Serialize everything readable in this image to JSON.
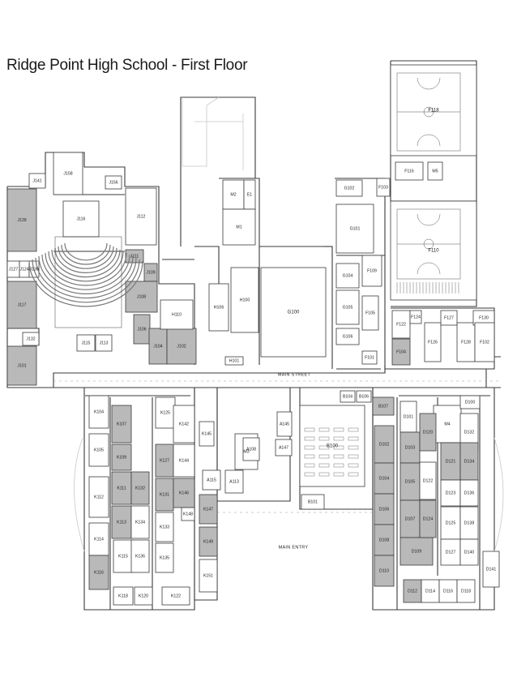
{
  "title": "Ridge Point High School - First Floor",
  "colors": {
    "shaded": "#b9b9b9",
    "wall": "#3a3a3a",
    "faint": "#c8c8c8"
  },
  "labels": {
    "main_street": "MAIN STREET",
    "main_entry": "MAIN ENTRY"
  },
  "rooms": [
    {
      "id": "J139",
      "shaded": true
    },
    {
      "id": "J117",
      "shaded": true
    },
    {
      "id": "J101",
      "shaded": true
    },
    {
      "id": "J141",
      "shaded": false
    },
    {
      "id": "J127",
      "shaded": false
    },
    {
      "id": "J124",
      "shaded": false
    },
    {
      "id": "J130",
      "shaded": false
    },
    {
      "id": "J132",
      "shaded": false
    },
    {
      "id": "J158",
      "shaded": false
    },
    {
      "id": "J156",
      "shaded": false
    },
    {
      "id": "J116",
      "shaded": false
    },
    {
      "id": "J115",
      "shaded": false
    },
    {
      "id": "J113",
      "shaded": false
    },
    {
      "id": "J112",
      "shaded": false
    },
    {
      "id": "J111",
      "shaded": true
    },
    {
      "id": "J109",
      "shaded": true
    },
    {
      "id": "J108",
      "shaded": true
    },
    {
      "id": "J106",
      "shaded": true
    },
    {
      "id": "J104",
      "shaded": true
    },
    {
      "id": "J102",
      "shaded": true
    },
    {
      "id": "H110",
      "shaded": false
    },
    {
      "id": "H106",
      "shaded": false
    },
    {
      "id": "H100",
      "shaded": false
    },
    {
      "id": "H101",
      "shaded": false
    },
    {
      "id": "M2",
      "shaded": false
    },
    {
      "id": "E1",
      "shaded": false
    },
    {
      "id": "M1",
      "shaded": false
    },
    {
      "id": "G100",
      "shaded": false
    },
    {
      "id": "G102",
      "shaded": false
    },
    {
      "id": "G101",
      "shaded": false
    },
    {
      "id": "G104",
      "shaded": false
    },
    {
      "id": "G105",
      "shaded": false
    },
    {
      "id": "G106",
      "shaded": false
    },
    {
      "id": "F109",
      "shaded": false
    },
    {
      "id": "F105",
      "shaded": false
    },
    {
      "id": "F101",
      "shaded": false
    },
    {
      "id": "F103",
      "shaded": false
    },
    {
      "id": "F118",
      "shaded": false
    },
    {
      "id": "F116",
      "shaded": false
    },
    {
      "id": "M5",
      "shaded": false
    },
    {
      "id": "F110",
      "shaded": false
    },
    {
      "id": "F122",
      "shaded": false
    },
    {
      "id": "F124",
      "shaded": false
    },
    {
      "id": "F104",
      "shaded": true
    },
    {
      "id": "F126",
      "shaded": false
    },
    {
      "id": "F127",
      "shaded": false
    },
    {
      "id": "F128",
      "shaded": false
    },
    {
      "id": "F130",
      "shaded": false
    },
    {
      "id": "F102",
      "shaded": false
    },
    {
      "id": "K104",
      "shaded": false
    },
    {
      "id": "K105",
      "shaded": false
    },
    {
      "id": "K112",
      "shaded": false
    },
    {
      "id": "K114",
      "shaded": false
    },
    {
      "id": "K116",
      "shaded": true
    },
    {
      "id": "K107",
      "shaded": true
    },
    {
      "id": "K109",
      "shaded": true
    },
    {
      "id": "K111",
      "shaded": true
    },
    {
      "id": "K113",
      "shaded": true
    },
    {
      "id": "K115",
      "shaded": false
    },
    {
      "id": "K132",
      "shaded": true
    },
    {
      "id": "K134",
      "shaded": false
    },
    {
      "id": "K136",
      "shaded": false
    },
    {
      "id": "K125",
      "shaded": false
    },
    {
      "id": "K127",
      "shaded": true
    },
    {
      "id": "K131",
      "shaded": true
    },
    {
      "id": "K133",
      "shaded": false
    },
    {
      "id": "K135",
      "shaded": false
    },
    {
      "id": "K142",
      "shaded": false
    },
    {
      "id": "K144",
      "shaded": false
    },
    {
      "id": "K146",
      "shaded": true
    },
    {
      "id": "K148",
      "shaded": false
    },
    {
      "id": "K147",
      "shaded": true
    },
    {
      "id": "K149",
      "shaded": true
    },
    {
      "id": "K151",
      "shaded": false
    },
    {
      "id": "K118",
      "shaded": false
    },
    {
      "id": "K120",
      "shaded": false
    },
    {
      "id": "K122",
      "shaded": false
    },
    {
      "id": "M3",
      "shaded": false
    },
    {
      "id": "M4",
      "shaded": false
    },
    {
      "id": "A115",
      "shaded": false
    },
    {
      "id": "A113",
      "shaded": false
    },
    {
      "id": "A108",
      "shaded": false
    },
    {
      "id": "A145",
      "shaded": false
    },
    {
      "id": "A147",
      "shaded": false
    },
    {
      "id": "K145",
      "shaded": false
    },
    {
      "id": "B100",
      "shaded": false
    },
    {
      "id": "B101",
      "shaded": false
    },
    {
      "id": "B104",
      "shaded": false
    },
    {
      "id": "B106",
      "shaded": false
    },
    {
      "id": "B107",
      "shaded": true
    },
    {
      "id": "D102",
      "shaded": true
    },
    {
      "id": "D104",
      "shaded": true
    },
    {
      "id": "D106",
      "shaded": true
    },
    {
      "id": "D108",
      "shaded": true
    },
    {
      "id": "D110",
      "shaded": true
    },
    {
      "id": "D101",
      "shaded": false
    },
    {
      "id": "D103",
      "shaded": true
    },
    {
      "id": "D105",
      "shaded": true
    },
    {
      "id": "D107",
      "shaded": true
    },
    {
      "id": "D109",
      "shaded": true
    },
    {
      "id": "D120",
      "shaded": true
    },
    {
      "id": "D122",
      "shaded": false
    },
    {
      "id": "D124",
      "shaded": true
    },
    {
      "id": "D121",
      "shaded": true
    },
    {
      "id": "D123",
      "shaded": false
    },
    {
      "id": "D125",
      "shaded": false
    },
    {
      "id": "D127",
      "shaded": false
    },
    {
      "id": "D132",
      "shaded": false
    },
    {
      "id": "D134",
      "shaded": true
    },
    {
      "id": "D136",
      "shaded": false
    },
    {
      "id": "D138",
      "shaded": false
    },
    {
      "id": "D140",
      "shaded": false
    },
    {
      "id": "D141",
      "shaded": false
    },
    {
      "id": "D112",
      "shaded": true
    },
    {
      "id": "D114",
      "shaded": false
    },
    {
      "id": "D116",
      "shaded": false
    },
    {
      "id": "D118",
      "shaded": false
    },
    {
      "id": "D100",
      "shaded": false
    }
  ]
}
